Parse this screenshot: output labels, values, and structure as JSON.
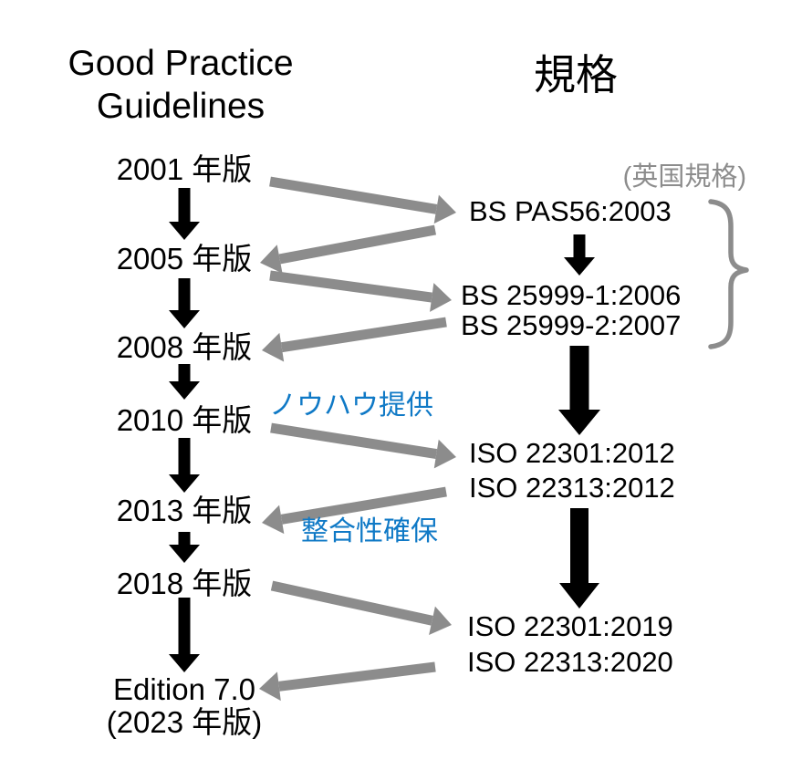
{
  "colors": {
    "ink": "#000000",
    "gray": "#8c8c8c",
    "blue": "#0f79c6",
    "background": "#ffffff"
  },
  "left_column": {
    "title_line1": "Good Practice",
    "title_line2": "Guidelines",
    "versions": [
      "2001 年版",
      "2005 年版",
      "2008 年版",
      "2010 年版",
      "2013 年版",
      "2018 年版"
    ],
    "latest_edition": "Edition 7.0",
    "latest_edition_note": "(2023 年版)"
  },
  "right_column": {
    "title": "規格",
    "origin_note": "(英国規格)",
    "standards": [
      "BS PAS56:2003",
      "BS 25999-1:2006",
      "BS 25999-2:2007",
      "ISO 22301:2012",
      "ISO 22313:2012",
      "ISO 22301:2019",
      "ISO 22313:2020"
    ]
  },
  "annotations": {
    "knowhow_transfer": "ノウハウ提供",
    "consistency": "整合性確保"
  }
}
